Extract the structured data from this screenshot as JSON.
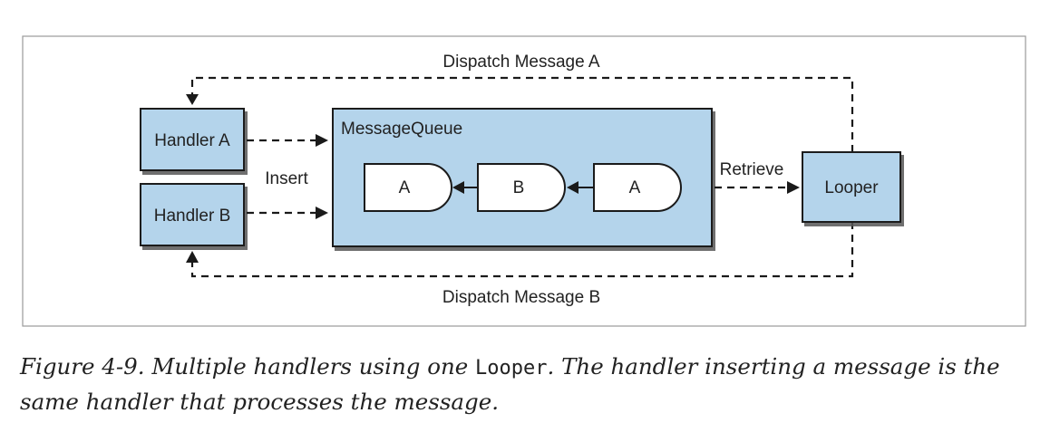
{
  "diagram": {
    "dispatch_a_label": "Dispatch Message A",
    "dispatch_b_label": "Dispatch Message B",
    "handler_a_label": "Handler A",
    "handler_b_label": "Handler B",
    "insert_label": "Insert",
    "queue_label": "MessageQueue",
    "messages": [
      "A",
      "B",
      "A"
    ],
    "retrieve_label": "Retrieve",
    "looper_label": "Looper",
    "box_fill": "#b4d4eb",
    "border_color": "#1a1a1a"
  },
  "caption": {
    "prefix": "Figure 4-9. Multiple handlers using one ",
    "code": "Looper",
    "suffix": ". The handler inserting a message is the same handler that processes the message."
  }
}
